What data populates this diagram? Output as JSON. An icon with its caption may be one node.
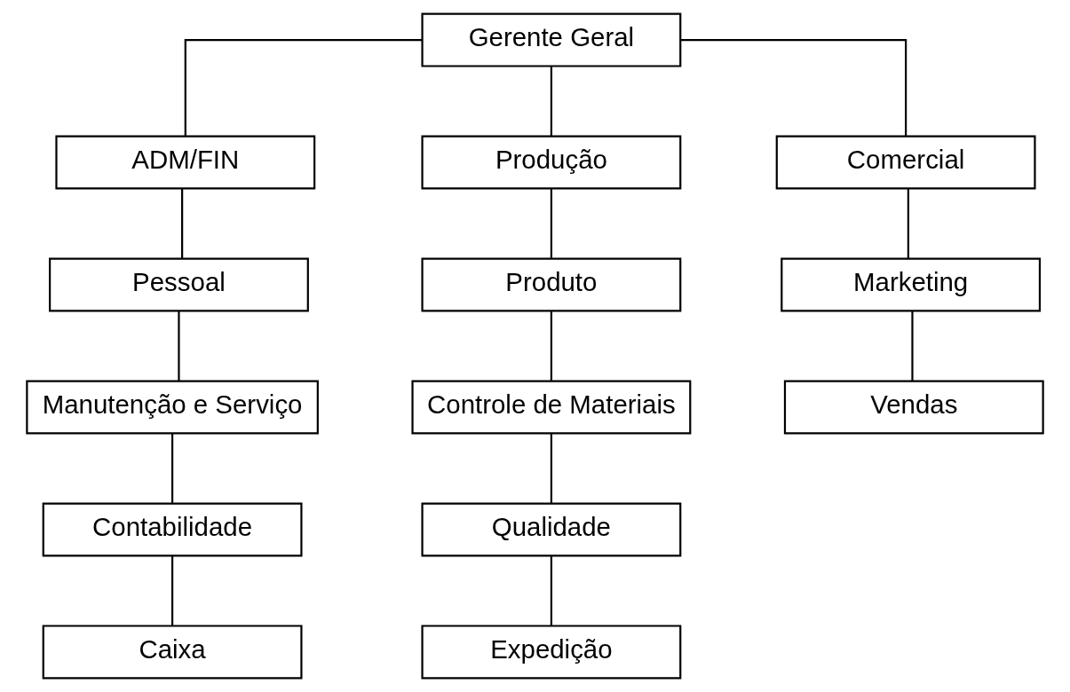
{
  "diagram": {
    "nodes": [
      {
        "text": [
          "Gerente Geral"
        ]
      },
      {
        "text": [
          "ADM/FIN"
        ]
      },
      {
        "text": [
          "Produção"
        ]
      },
      {
        "text": [
          "Comercial"
        ]
      },
      {
        "text": [
          "Pessoal"
        ]
      },
      {
        "text": [
          "Produto"
        ]
      },
      {
        "text": [
          "Marketing"
        ]
      },
      {
        "text": [
          "Manutenção e Serviço"
        ]
      },
      {
        "text": [
          "Controle de Materiais"
        ]
      },
      {
        "text": [
          "Vendas"
        ]
      },
      {
        "text": [
          "Contabilidade"
        ]
      },
      {
        "text": [
          "Qualidade"
        ]
      },
      {
        "text": [
          "Caixa"
        ]
      },
      {
        "text": [
          "Expedição"
        ]
      }
    ],
    "edges": [
      {
        "from": 0,
        "to": 1,
        "arrow": "none"
      },
      {
        "from": 0,
        "to": 2,
        "arrow": "none"
      },
      {
        "from": 0,
        "to": 3,
        "arrow": "none"
      },
      {
        "from": 1,
        "to": 4,
        "arrow": "none"
      },
      {
        "from": 4,
        "to": 7,
        "arrow": "none"
      },
      {
        "from": 7,
        "to": 10,
        "arrow": "none"
      },
      {
        "from": 10,
        "to": 12,
        "arrow": "none"
      },
      {
        "from": 2,
        "to": 5,
        "arrow": "none"
      },
      {
        "from": 5,
        "to": 8,
        "arrow": "none"
      },
      {
        "from": 8,
        "to": 11,
        "arrow": "none"
      },
      {
        "from": 11,
        "to": 13,
        "arrow": "none"
      },
      {
        "from": 3,
        "to": 6,
        "arrow": "none"
      },
      {
        "from": 6,
        "to": 9,
        "arrow": "none"
      }
    ]
  }
}
